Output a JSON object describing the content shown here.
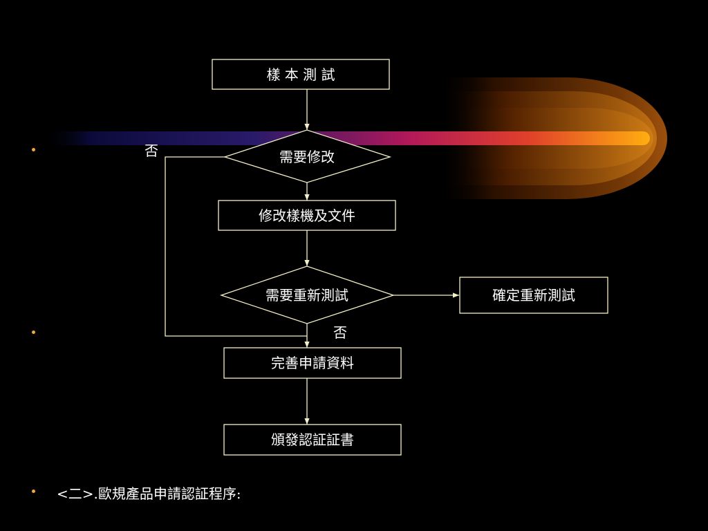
{
  "flowchart": {
    "nodes": {
      "sample_test": "樣 本 測 試",
      "need_modify": "需要修改",
      "modify_samples_docs": "修改樣機及文件",
      "need_retest": "需要重新測試",
      "confirm_retest": "確定重新測試",
      "complete_application": "完善申請資料",
      "issue_certificate": "頒發認証証書"
    },
    "edge_labels": {
      "no_modify": "否",
      "no_retest": "否"
    }
  },
  "bullets": [
    "",
    "",
    "<二>.歐規產品申請認証程序:"
  ],
  "colors": {
    "line": "#f5f0c8",
    "bullet": "#f2a83a",
    "background": "#000000"
  }
}
